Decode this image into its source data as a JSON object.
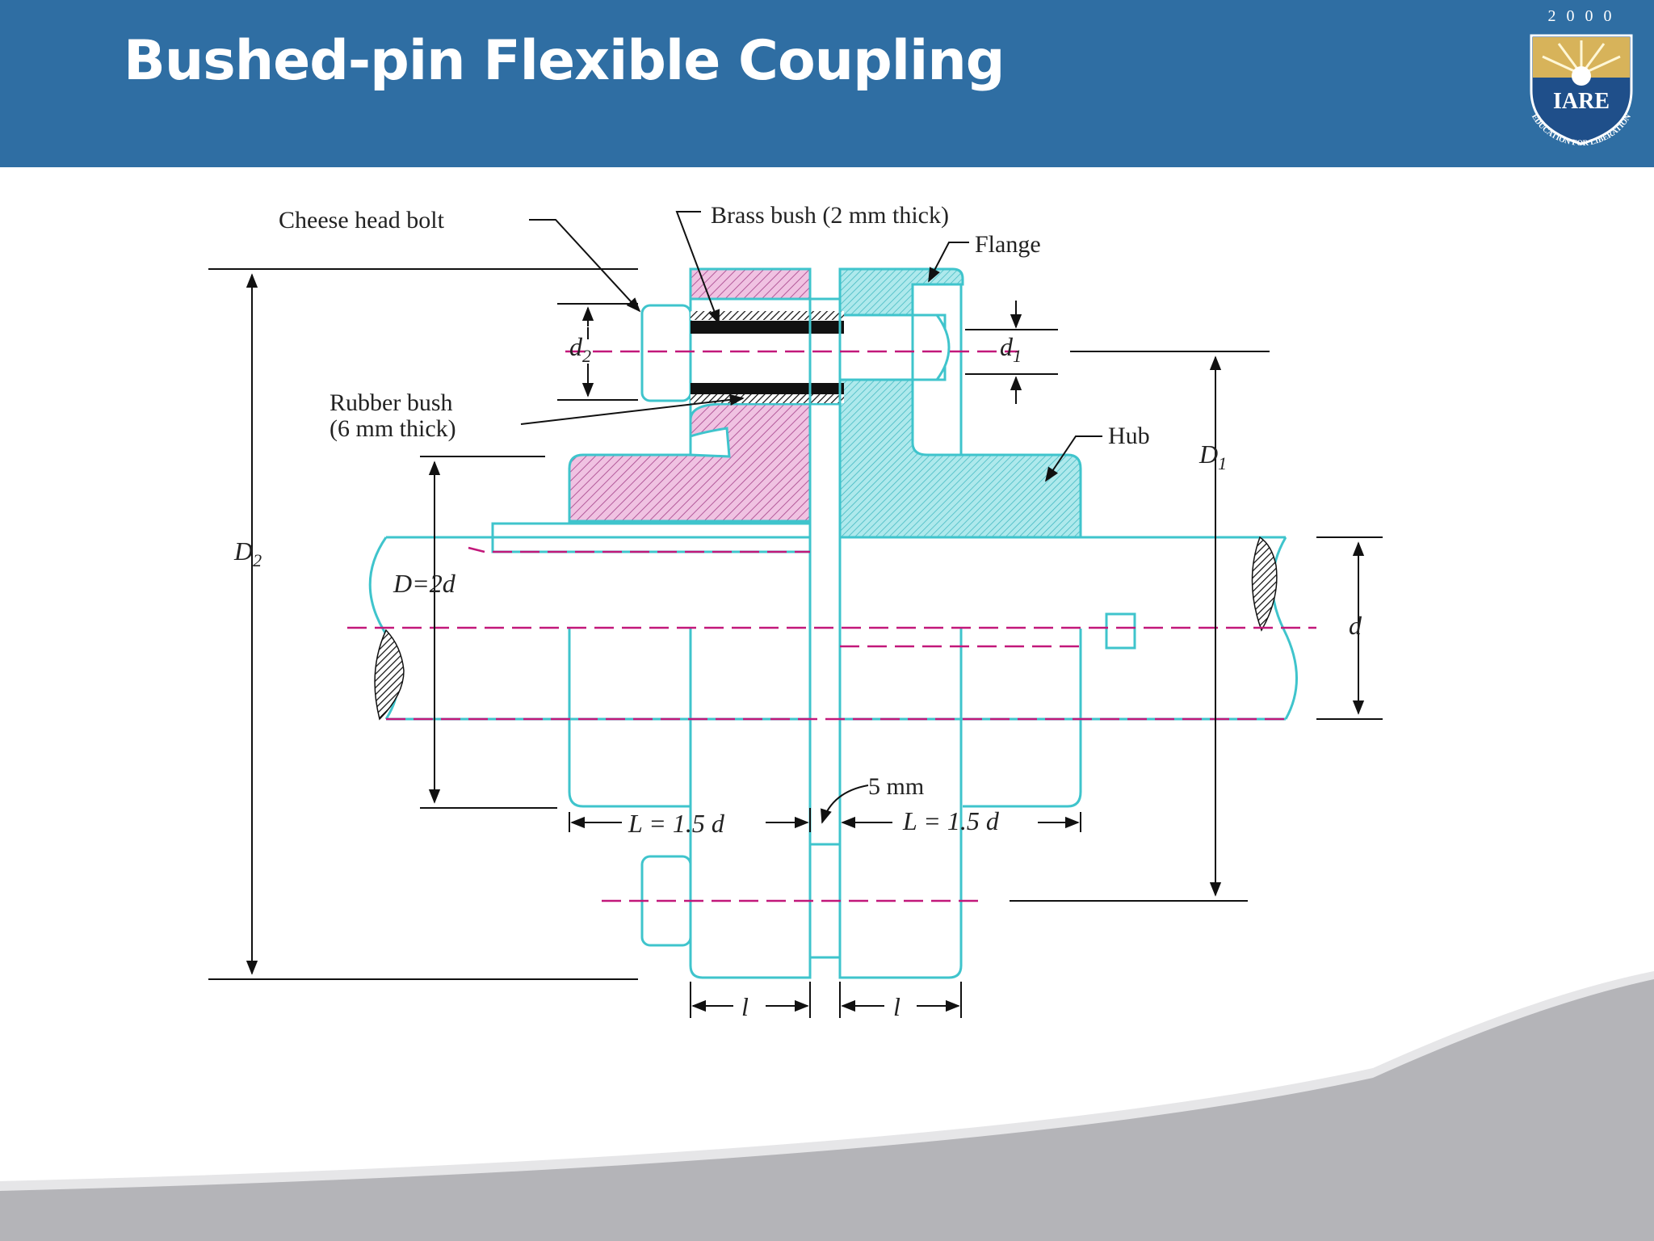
{
  "slide": {
    "title": "Bushed-pin Flexible Coupling",
    "colors": {
      "header_bg": "#2f6ea3",
      "title_text": "#ffffff",
      "outline": "#3fc4cc",
      "left_flange_hatch": "#e6a6d6",
      "right_flange_hatch": "#8fe0e4",
      "centerline": "#c2187a",
      "footer_gray": "#b4b4b8"
    }
  },
  "logo": {
    "year": "2 0 0 0",
    "name": "IARE",
    "motto": "EDUCATION FOR LIBERATION"
  },
  "diagram": {
    "labels": {
      "cheese_head_bolt": "Cheese head bolt",
      "brass_bush": "Brass bush (2 mm thick)",
      "flange": "Flange",
      "rubber_bush_line1": "Rubber bush",
      "rubber_bush_line2": "(6 mm thick)",
      "hub": "Hub",
      "gap": "5 mm"
    },
    "dimensions": {
      "D2": "D",
      "D2_sub": "2",
      "D1": "D",
      "D1_sub": "1",
      "D_hub": "D=2d",
      "d2": "d",
      "d2_sub": "2",
      "d1": "d",
      "d1_sub": "1",
      "d_shaft": "d",
      "L_left": "L = 1.5 d",
      "L_right": "L = 1.5 d",
      "l_left": "l",
      "l_right": "l"
    }
  }
}
